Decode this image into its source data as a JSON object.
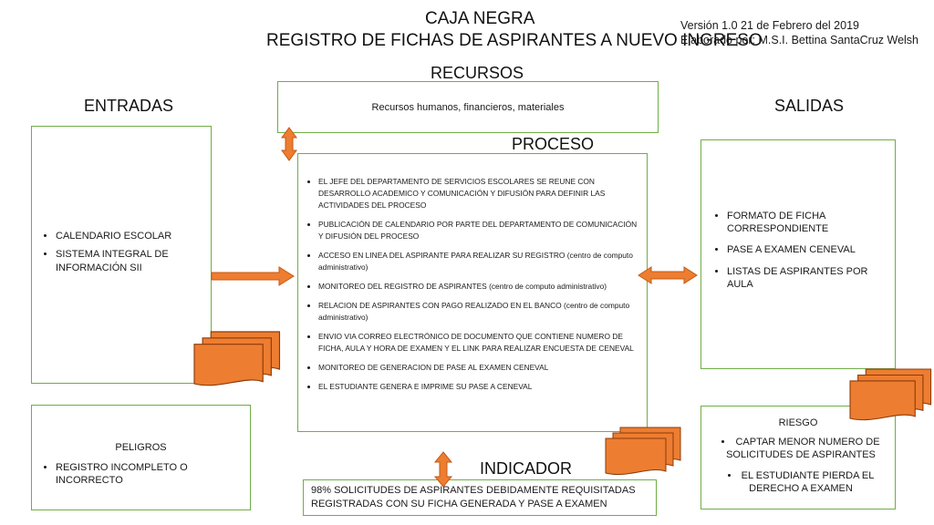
{
  "title": "CAJA NEGRA",
  "subtitle": "REGISTRO DE FICHAS DE ASPIRANTES A NUEVO INGRESO",
  "version": "Versión 1.0 21 de Febrero del 2019",
  "author": "Elaborado por: M.S.I. Bettina SantaCruz Welsh",
  "recursos": {
    "heading": "RECURSOS",
    "text": "Recursos humanos, financieros, materiales"
  },
  "entradas": {
    "heading": "ENTRADAS",
    "items": [
      "CALENDARIO ESCOLAR",
      "SISTEMA INTEGRAL DE INFORMACIÓN SII"
    ]
  },
  "proceso": {
    "heading": "PROCESO",
    "items": [
      "EL JEFE DEL DEPARTAMENTO DE SERVICIOS ESCOLARES SE REUNE CON DESARROLLO ACADEMICO Y COMUNICACIÓN Y DIFUSIÓN PARA DEFINIR LAS ACTIVIDADES DEL PROCESO",
      "PUBLICACIÓN DE CALENDARIO POR PARTE DEL DEPARTAMENTO DE COMUNICACIÓN Y DIFUSIÓN DEL PROCESO",
      "ACCESO EN LINEA DEL ASPIRANTE PARA REALIZAR SU REGISTRO (centro de computo administrativo)",
      "MONITOREO DEL REGISTRO DE ASPIRANTES (centro de computo administrativo)",
      "RELACION DE ASPIRANTES CON PAGO REALIZADO EN EL BANCO (centro de computo administrativo)",
      "ENVIO VIA CORREO ELECTRÓNICO DE DOCUMENTO QUE CONTIENE NUMERO DE FICHA, AULA Y HORA DE EXAMEN Y EL LINK PARA REALIZAR ENCUESTA DE CENEVAL",
      "MONITOREO DE GENERACION DE PASE AL EXAMEN CENEVAL",
      "EL ESTUDIANTE GENERA E IMPRIME SU PASE A CENEVAL"
    ]
  },
  "salidas": {
    "heading": "SALIDAS",
    "items": [
      "FORMATO DE FICHA CORRESPONDIENTE",
      "PASE A EXAMEN CENEVAL",
      "LISTAS DE ASPIRANTES POR AULA"
    ]
  },
  "peligros": {
    "heading": "PELIGROS",
    "items": [
      "REGISTRO INCOMPLETO O INCORRECTO"
    ]
  },
  "indicador": {
    "heading": "INDICADOR",
    "text": "98% SOLICITUDES DE ASPIRANTES DEBIDAMENTE REQUISITADAS REGISTRADAS CON SU FICHA GENERADA Y PASE A EXAMEN"
  },
  "riesgo": {
    "heading": "RIESGO",
    "items": [
      "CAPTAR MENOR NUMERO DE SOLICITUDES DE ASPIRANTES",
      "EL ESTUDIANTE PIERDA EL DERECHO A EXAMEN"
    ]
  },
  "colors": {
    "box_border": "#70ad47",
    "shape_fill": "#ed7d31",
    "shape_stroke": "#c55a11"
  }
}
